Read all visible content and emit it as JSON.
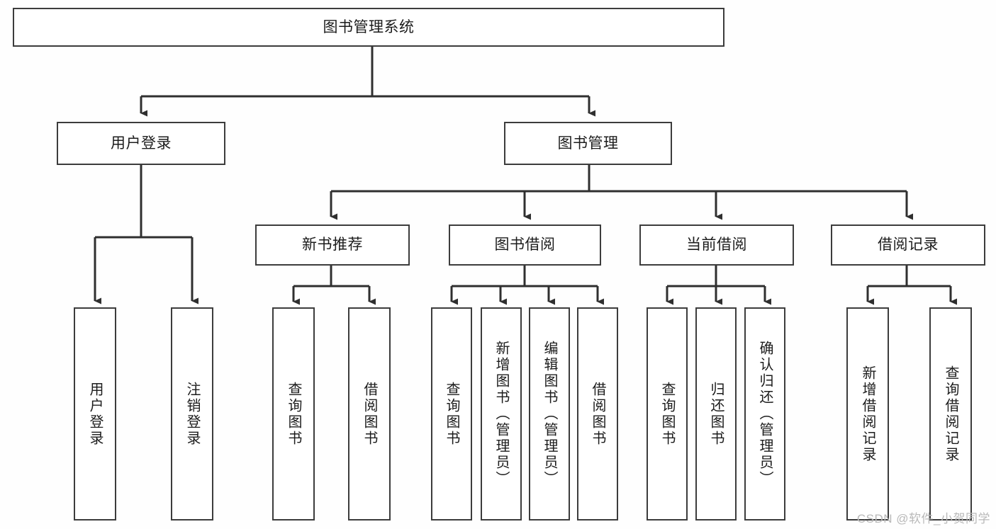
{
  "diagram": {
    "type": "tree-hierarchy",
    "title": "图书管理系统",
    "orientation": "top-down",
    "colors": {
      "border": "#3c3c3c",
      "node_fill": "#ffffff",
      "connector": "#2f2f2f",
      "canvas": "#fefefe",
      "watermark": "#b9b9b9"
    },
    "levels": {
      "root": {
        "label": "图书管理系统"
      },
      "level2": [
        {
          "label": "用户登录"
        },
        {
          "label": "图书管理"
        }
      ],
      "level3": [
        {
          "label": "新书推荐"
        },
        {
          "label": "图书借阅"
        },
        {
          "label": "当前借阅"
        },
        {
          "label": "借阅记录"
        }
      ],
      "leaves": [
        {
          "label": "用户登录",
          "parent": "用户登录"
        },
        {
          "label": "注销登录",
          "parent": "用户登录"
        },
        {
          "label": "查询图书",
          "parent": "新书推荐"
        },
        {
          "label": "借阅图书",
          "parent": "新书推荐"
        },
        {
          "label": "查询图书",
          "parent": "图书借阅"
        },
        {
          "label": "新增图书（管理员）",
          "parent": "图书借阅"
        },
        {
          "label": "编辑图书（管理员）",
          "parent": "图书借阅"
        },
        {
          "label": "借阅图书",
          "parent": "图书借阅"
        },
        {
          "label": "查询图书",
          "parent": "当前借阅"
        },
        {
          "label": "归还图书",
          "parent": "当前借阅"
        },
        {
          "label": "确认归还（管理员）",
          "parent": "当前借阅"
        },
        {
          "label": "新增借阅记录",
          "parent": "借阅记录"
        },
        {
          "label": "查询借阅记录",
          "parent": "借阅记录"
        }
      ]
    }
  },
  "watermark": {
    "text": "CSDN @软件_小贺同学"
  }
}
